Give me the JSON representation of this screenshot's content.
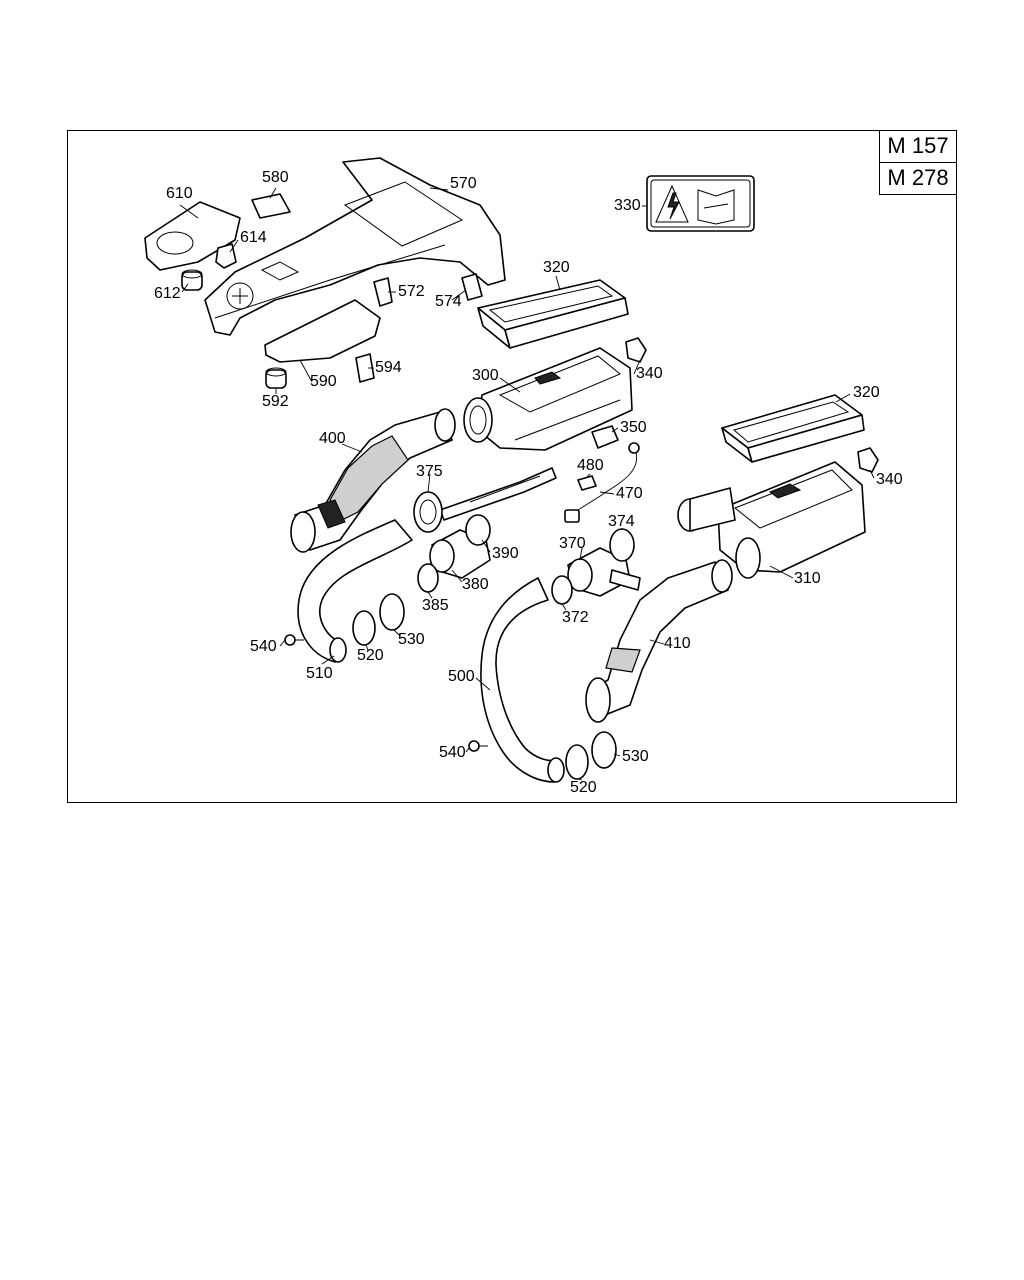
{
  "model_codes": [
    "M 157",
    "M 278"
  ],
  "callouts": [
    {
      "id": "610",
      "text": "610"
    },
    {
      "id": "580",
      "text": "580"
    },
    {
      "id": "570",
      "text": "570"
    },
    {
      "id": "614",
      "text": "614"
    },
    {
      "id": "612",
      "text": "612"
    },
    {
      "id": "572",
      "text": "572"
    },
    {
      "id": "574",
      "text": "574"
    },
    {
      "id": "594",
      "text": "594"
    },
    {
      "id": "590",
      "text": "590"
    },
    {
      "id": "592",
      "text": "592"
    },
    {
      "id": "330",
      "text": "330"
    },
    {
      "id": "320a",
      "text": "320"
    },
    {
      "id": "300",
      "text": "300"
    },
    {
      "id": "340a",
      "text": "340"
    },
    {
      "id": "320b",
      "text": "320"
    },
    {
      "id": "400",
      "text": "400"
    },
    {
      "id": "350",
      "text": "350"
    },
    {
      "id": "375",
      "text": "375"
    },
    {
      "id": "480",
      "text": "480"
    },
    {
      "id": "340b",
      "text": "340"
    },
    {
      "id": "470",
      "text": "470"
    },
    {
      "id": "374",
      "text": "374"
    },
    {
      "id": "370",
      "text": "370"
    },
    {
      "id": "390",
      "text": "390"
    },
    {
      "id": "310",
      "text": "310"
    },
    {
      "id": "380",
      "text": "380"
    },
    {
      "id": "385",
      "text": "385"
    },
    {
      "id": "372",
      "text": "372"
    },
    {
      "id": "410",
      "text": "410"
    },
    {
      "id": "530a",
      "text": "530"
    },
    {
      "id": "540a",
      "text": "540"
    },
    {
      "id": "520a",
      "text": "520"
    },
    {
      "id": "510",
      "text": "510"
    },
    {
      "id": "500",
      "text": "500"
    },
    {
      "id": "540b",
      "text": "540"
    },
    {
      "id": "530b",
      "text": "530"
    },
    {
      "id": "520b",
      "text": "520"
    }
  ]
}
